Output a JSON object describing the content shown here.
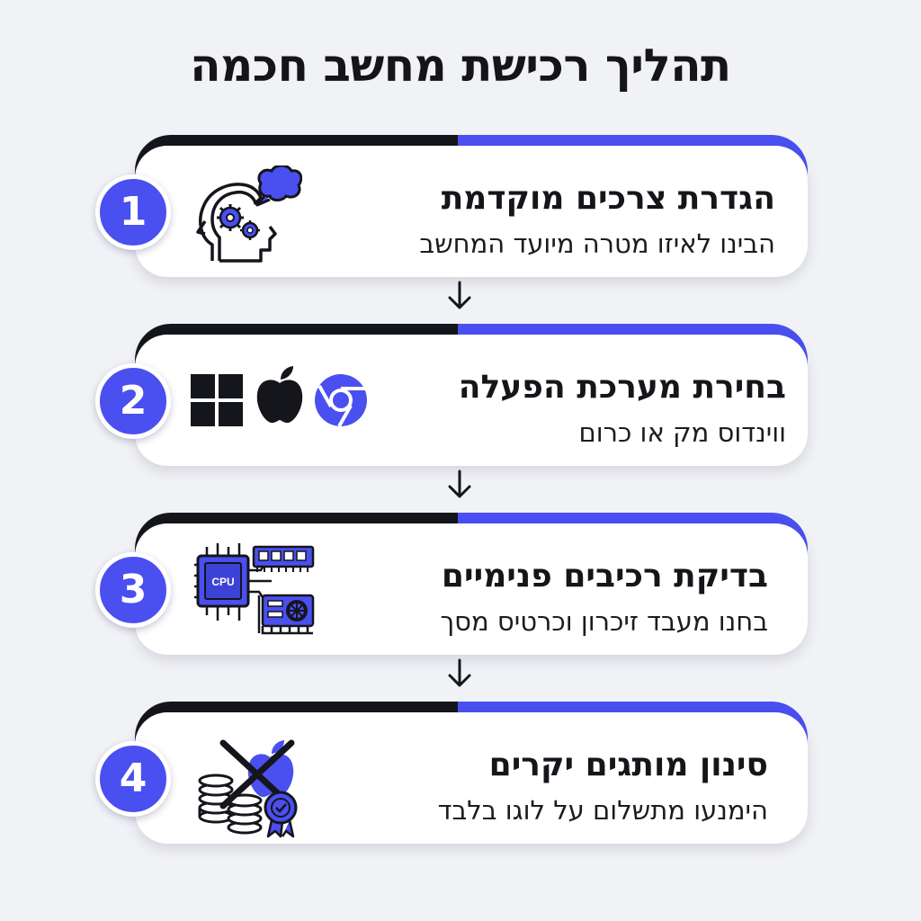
{
  "title": "תהליך רכישת מחשב חכמה",
  "steps": [
    {
      "number": "1",
      "heading": "הגדרת צרכים מוקדמת",
      "sub": "הבינו לאיזו מטרה מיועד המחשב",
      "icon": "head-gears-thought-icon"
    },
    {
      "number": "2",
      "heading": "בחירת מערכת הפעלה",
      "sub": "ווינדוס מק או כרום",
      "icons": [
        "windows-logo-icon",
        "apple-logo-icon",
        "chrome-logo-icon"
      ]
    },
    {
      "number": "3",
      "heading": "בדיקת רכיבים פנימיים",
      "sub": "בחנו מעבד זיכרון וכרטיס מסך",
      "cpu_label": "CPU",
      "icons": [
        "cpu-chip-icon",
        "ram-module-icon",
        "graphics-card-icon"
      ]
    },
    {
      "number": "4",
      "heading": "סינון מותגים יקרים",
      "sub": "הימנעו מתשלום על לוגו בלבד",
      "icons": [
        "coin-stacks-icon",
        "crossed-brand-logo-icon",
        "badge-ribbon-icon"
      ]
    }
  ],
  "colors": {
    "accent": "#4a4ff0",
    "dark": "#15151c",
    "background": "#f1f2f6"
  }
}
